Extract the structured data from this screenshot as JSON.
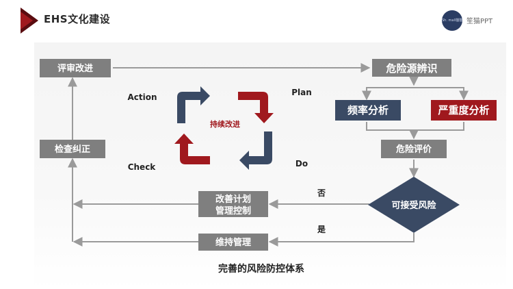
{
  "header": {
    "title": "EHS文化建设",
    "brand_logo_text": "Sh. mall猫猫",
    "brand_name": "笙猫PPT"
  },
  "pdca": {
    "center": "持续改进",
    "action": "Action",
    "plan": "Plan",
    "check": "Check",
    "do": "Do"
  },
  "nodes": {
    "review_improve": "评审改进",
    "check_correct": "检查纠正",
    "hazard_identification": "危险源辨识",
    "frequency_analysis": "频率分析",
    "severity_analysis": "严重度分析",
    "risk_evaluation": "危险评价",
    "acceptable_risk": "可接受风险",
    "improvement_plan_line1": "改善计划",
    "improvement_plan_line2": "管理控制",
    "maintain_management": "维持管理"
  },
  "edges": {
    "no": "否",
    "yes": "是"
  },
  "caption": "完善的风险防控体系",
  "colors": {
    "gray_box": "#7f7f7f",
    "navy": "#3a4a64",
    "dark_red": "#a0191e",
    "arrow": "#9a9a9a"
  }
}
